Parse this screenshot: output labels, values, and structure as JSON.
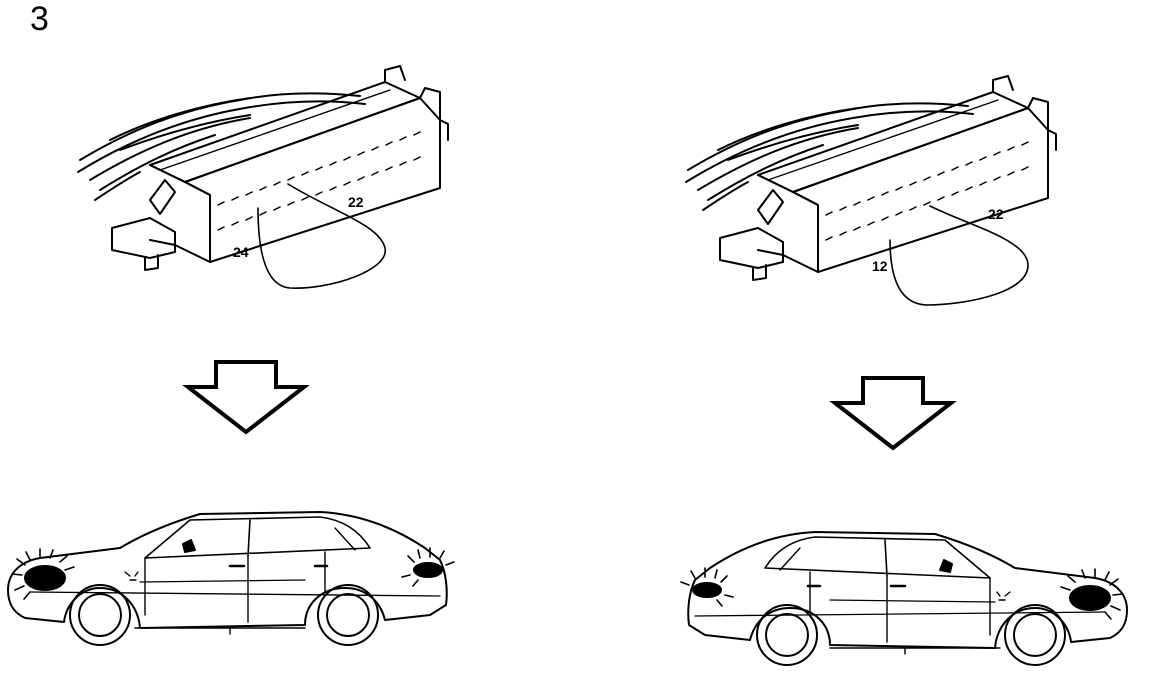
{
  "figure": {
    "number": "3"
  },
  "panels": [
    {
      "id": "left",
      "connector": {
        "pin_a": "22",
        "pin_b": "24"
      },
      "result": {
        "lit_lamps": "front-and-rear-left-side"
      }
    },
    {
      "id": "right",
      "connector": {
        "pin_a": "22",
        "pin_b": "12"
      },
      "result": {
        "lit_lamps": "front-and-rear-right-side"
      }
    }
  ],
  "colors": {
    "ink": "#000000",
    "paper": "#ffffff"
  }
}
